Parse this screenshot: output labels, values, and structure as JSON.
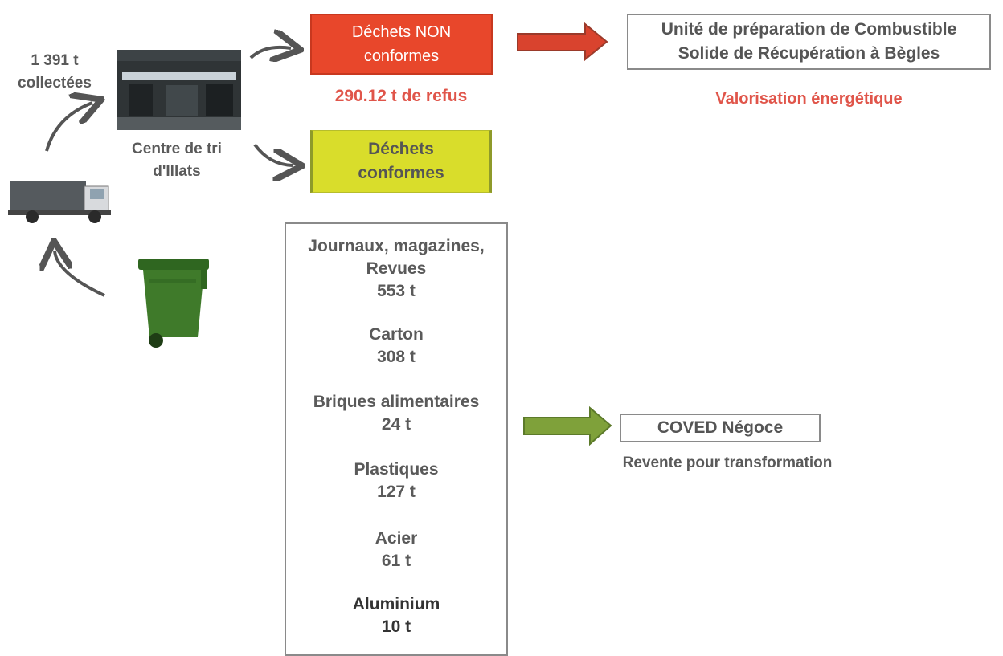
{
  "collection": {
    "line1": "1 391 t",
    "line2": "collectées"
  },
  "sorting_centre": {
    "line1": "Centre de tri",
    "line2": "d'Illats"
  },
  "non_compliant": {
    "line1": "Déchets NON",
    "line2": "conformes",
    "refuse": "290.12 t de refus"
  },
  "compliant": {
    "line1": "Déchets",
    "line2": "conformes"
  },
  "destination_unit": {
    "line1": "Unité de préparation de Combustible",
    "line2": "Solide de Récupération à Bègles",
    "note": "Valorisation énergétique"
  },
  "materials": [
    {
      "name_line1": "Journaux, magazines,",
      "name_line2": "Revues",
      "qty": "553 t"
    },
    {
      "name_line1": "Carton",
      "qty": "308 t"
    },
    {
      "name_line1": "Briques alimentaires",
      "qty": "24 t"
    },
    {
      "name_line1": "Plastiques",
      "qty": "127 t"
    },
    {
      "name_line1": "Acier",
      "qty": "61 t"
    },
    {
      "name_line1": "Aluminium",
      "qty": "10 t"
    }
  ],
  "buyer": {
    "name": "COVED Négoce",
    "note": "Revente pour transformation"
  },
  "colors": {
    "red_box": "#e8472b",
    "yellow_box": "#d9dd2b",
    "red_arrow": "#d9432e",
    "green_arrow": "#7fa13a",
    "bin": "#3f7a2a",
    "accent_text": "#e0554a"
  },
  "icons": [
    "truck-icon",
    "wheelie-bin-icon",
    "sorting-centre-photo",
    "curved-arrow-icon"
  ]
}
